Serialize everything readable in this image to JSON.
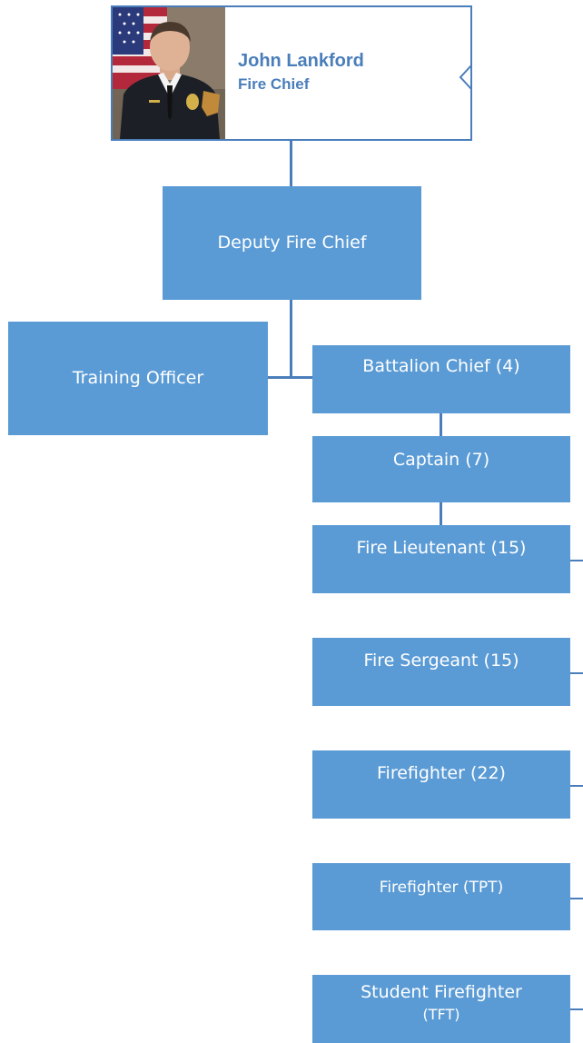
{
  "chief": {
    "name": "John Lankford",
    "title": "Fire Chief"
  },
  "positions": {
    "deputy": "Deputy Fire Chief",
    "training": "Training Officer",
    "battalion": "Battalion Chief (4)",
    "captain": "Captain (7)",
    "lieutenant": "Fire Lieutenant (15)",
    "sergeant": "Fire Sergeant (15)",
    "firefighter": "Firefighter (22)",
    "firefighter_tpt": "Firefighter (TPT)",
    "student_line1": "Student Firefighter",
    "student_line2": "(TFT)"
  },
  "colors": {
    "box": "#5b9bd5",
    "line": "#4a7ebb",
    "text": "#ffffff"
  }
}
